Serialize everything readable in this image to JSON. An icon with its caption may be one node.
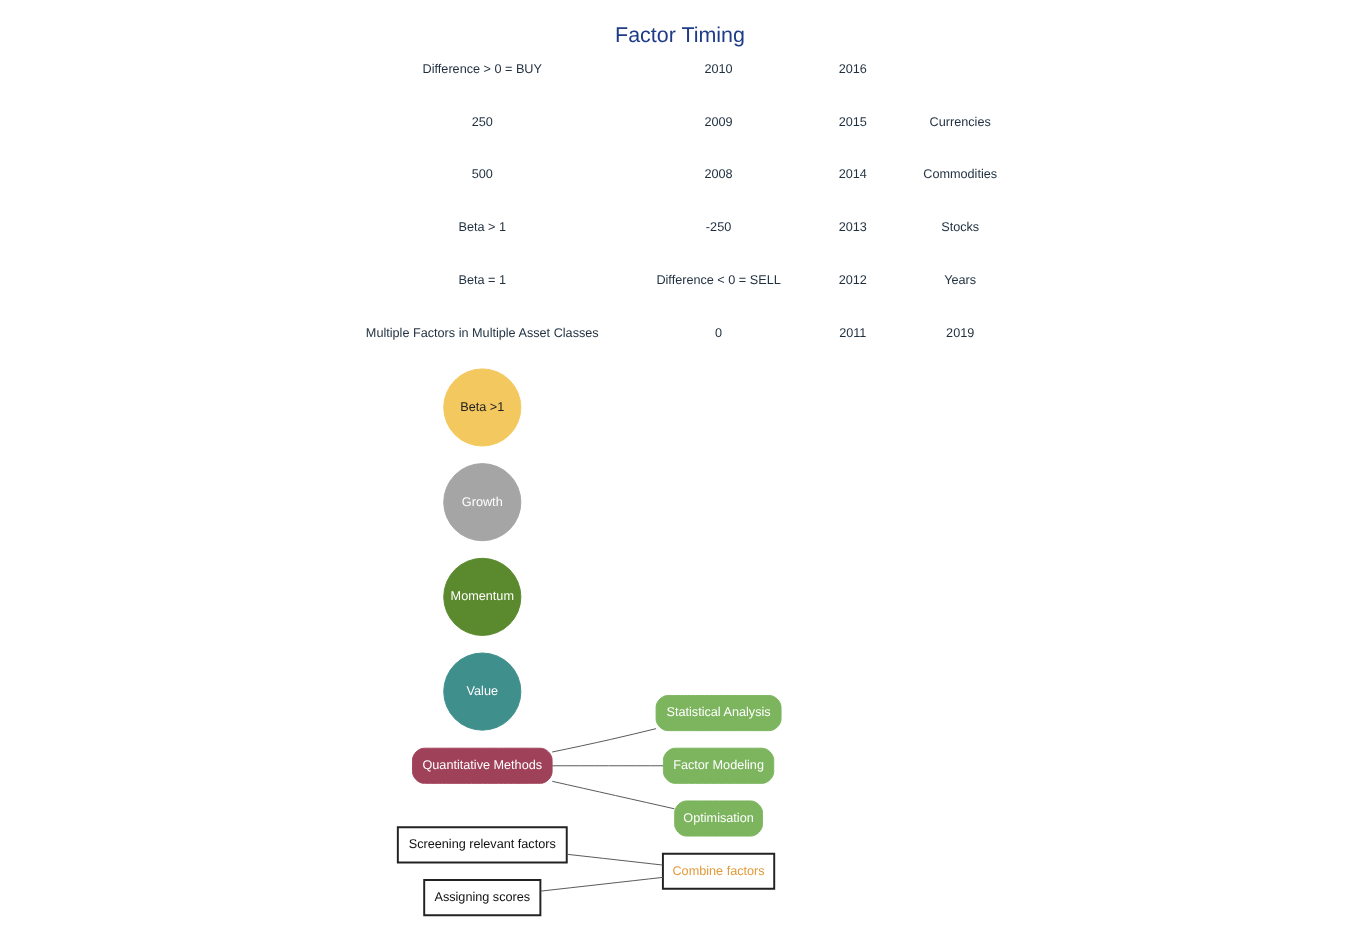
{
  "diagram": {
    "title": "Factor Timing",
    "nodes": [
      {
        "text": [
          "Screening relevant factors"
        ]
      },
      {
        "text": [
          "Assigning scores"
        ]
      },
      {
        "text": [
          "Combine factors"
        ]
      },
      {
        "text": [
          "Quantitative Methods"
        ]
      },
      {
        "text": [
          "Statistical Analysis"
        ]
      },
      {
        "text": [
          "Factor Modeling"
        ]
      },
      {
        "text": [
          "Optimisation"
        ]
      },
      {
        "text": [
          "Value"
        ]
      },
      {
        "text": [
          "Momentum"
        ]
      },
      {
        "text": [
          "Growth"
        ]
      },
      {
        "text": [
          "Beta >1"
        ]
      }
    ],
    "edges": [
      {
        "from": 0,
        "to": 2,
        "arrow": "none"
      },
      {
        "from": 1,
        "to": 2,
        "arrow": "none"
      },
      {
        "from": 3,
        "to": 4,
        "arrow": "none"
      },
      {
        "from": 3,
        "to": 5,
        "arrow": "none"
      },
      {
        "from": 3,
        "to": 6,
        "arrow": "none"
      }
    ],
    "labels": [
      "Multiple Factors in Multiple Asset Classes",
      "Beta = 1",
      "Beta > 1",
      "500",
      "250",
      "Difference > 0 = BUY",
      "0",
      "Difference < 0 = SELL",
      "-250",
      "2008",
      "2009",
      "2010",
      "2011",
      "2012",
      "2013",
      "2014",
      "2015",
      "2016",
      "2019",
      "Years",
      "Stocks",
      "Commodities",
      "Currencies"
    ]
  }
}
